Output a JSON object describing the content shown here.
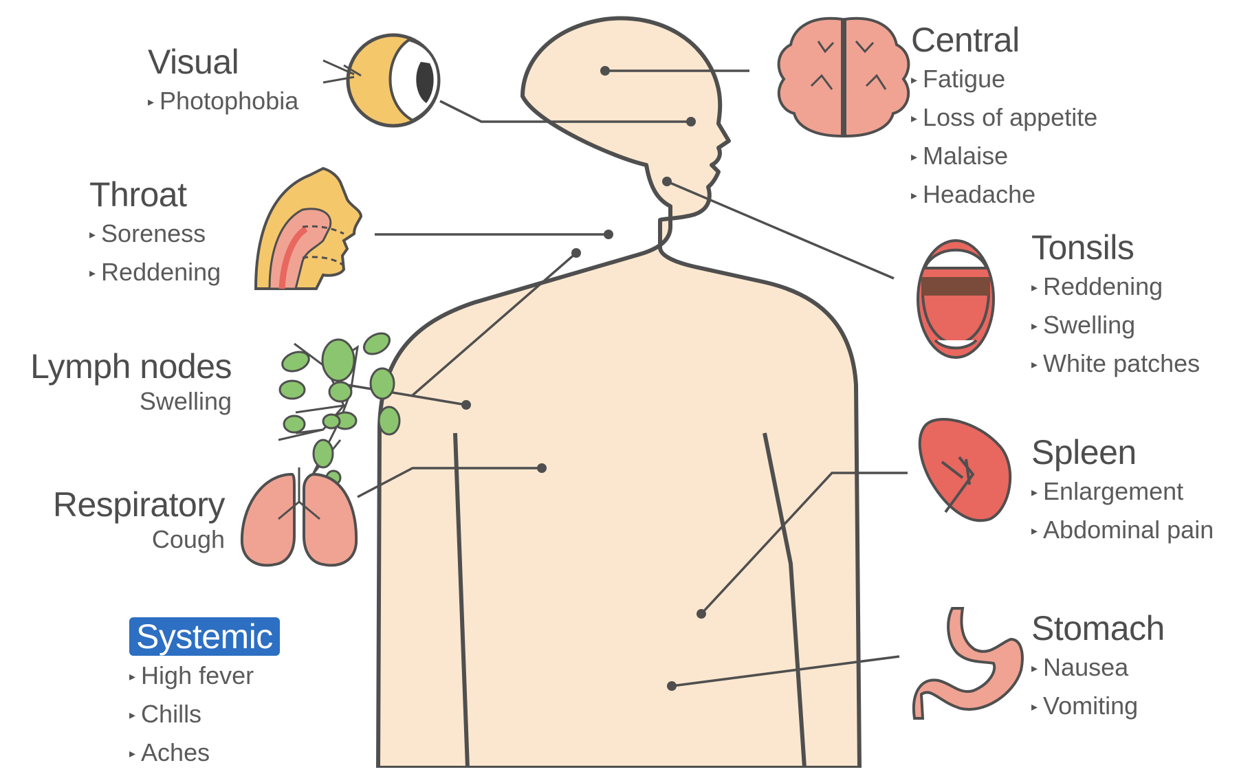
{
  "groups": {
    "visual": {
      "title": "Visual",
      "items": [
        "Photophobia"
      ]
    },
    "throat": {
      "title": "Throat",
      "items": [
        "Soreness",
        "Reddening"
      ]
    },
    "lymph": {
      "title": "Lymph nodes",
      "items": [
        "Swelling"
      ]
    },
    "respiratory": {
      "title": "Respiratory",
      "items": [
        "Cough"
      ]
    },
    "systemic": {
      "title": "Systemic",
      "items": [
        "High fever",
        "Chills",
        "Aches"
      ]
    },
    "central": {
      "title": "Central",
      "items": [
        "Fatigue",
        "Loss of appetite",
        "Malaise",
        "Headache"
      ]
    },
    "tonsils": {
      "title": "Tonsils",
      "items": [
        "Reddening",
        "Swelling",
        "White patches"
      ]
    },
    "spleen": {
      "title": "Spleen",
      "items": [
        "Enlargement",
        "Abdominal pain"
      ]
    },
    "stomach": {
      "title": "Stomach",
      "items": [
        "Nausea",
        "Vomiting"
      ]
    }
  },
  "bullet": "▸",
  "colors": {
    "body_fill": "#fbe7cf",
    "outline": "#4f4f4f",
    "organ_pink": "#f0a393",
    "organ_red": "#e8675f",
    "lymph_green": "#8cc56f",
    "eye_yellow": "#f5c76b",
    "highlight_blue": "#2d6fc2"
  }
}
